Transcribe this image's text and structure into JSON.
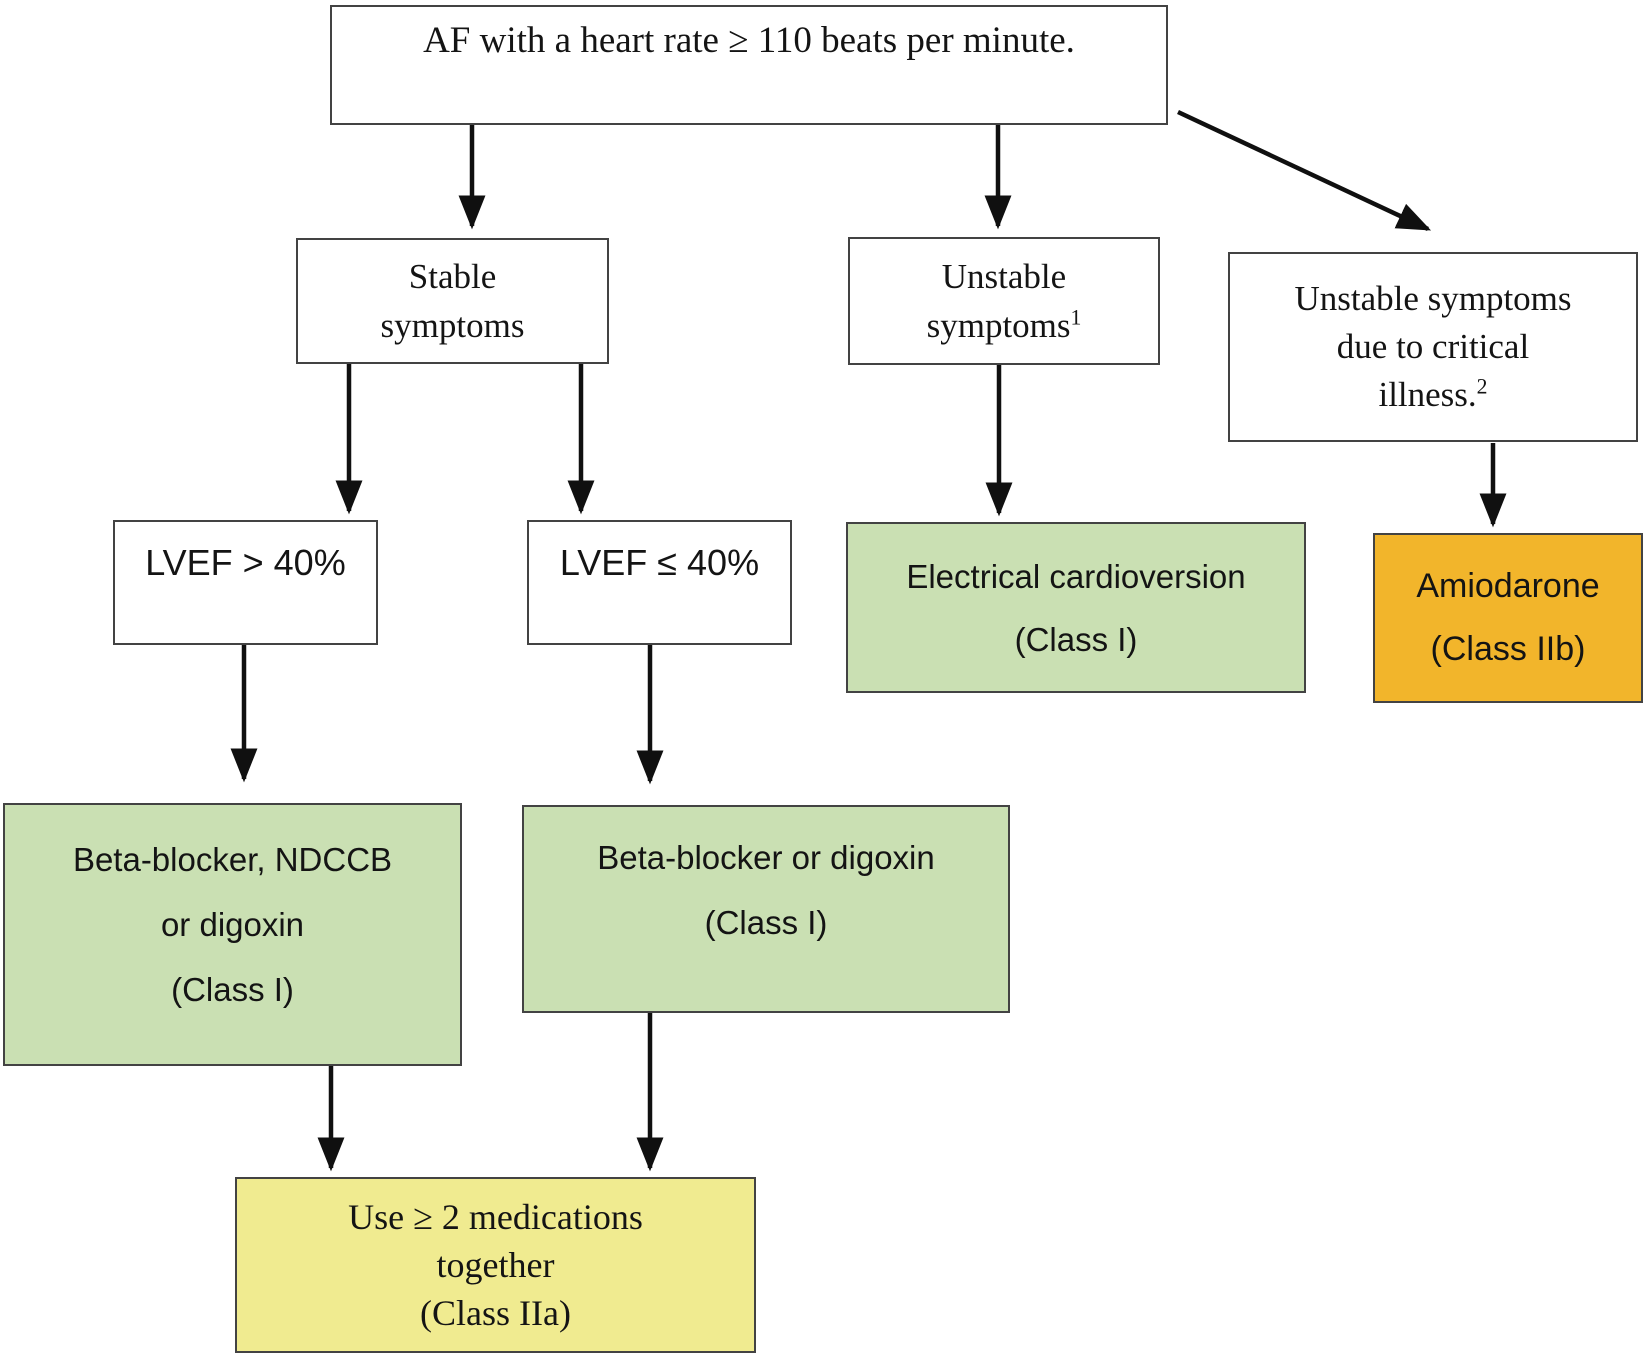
{
  "figure": {
    "type": "flowchart",
    "background": "#ffffff"
  },
  "colors": {
    "treatment_green": "#cae0b3",
    "amiodarone_orange": "#f2b52b",
    "combination_yellow": "#f0eb90",
    "box_border": "#434343",
    "arrow": "#101010"
  },
  "nodes": {
    "root": {
      "text": "AF with a heart rate ≥ 110 beats per minute."
    },
    "stable": {
      "line1": "Stable",
      "line2": "symptoms"
    },
    "unstable": {
      "line1": "Unstable",
      "line2": "symptoms",
      "footnote": "1"
    },
    "critical": {
      "line1": "Unstable symptoms",
      "line2": "due to critical",
      "line3": "illness.",
      "footnote": "2"
    },
    "lvef_gt": {
      "text": "LVEF > 40%"
    },
    "lvef_le": {
      "text": "LVEF ≤ 40%"
    },
    "cardioversion": {
      "line1": "Electrical cardioversion",
      "line2": "(Class I)"
    },
    "amiodarone": {
      "line1": "Amiodarone",
      "line2": "(Class IIb)"
    },
    "combo1": {
      "line1": "Beta-blocker, NDCCB",
      "line2": "or digoxin",
      "line3": "(Class I)"
    },
    "combo2": {
      "line1": "Beta-blocker or digoxin",
      "line2": "(Class I)"
    },
    "multi": {
      "line1": "Use ≥ 2 medications",
      "line2": "together",
      "line3": "(Class IIa)"
    }
  }
}
